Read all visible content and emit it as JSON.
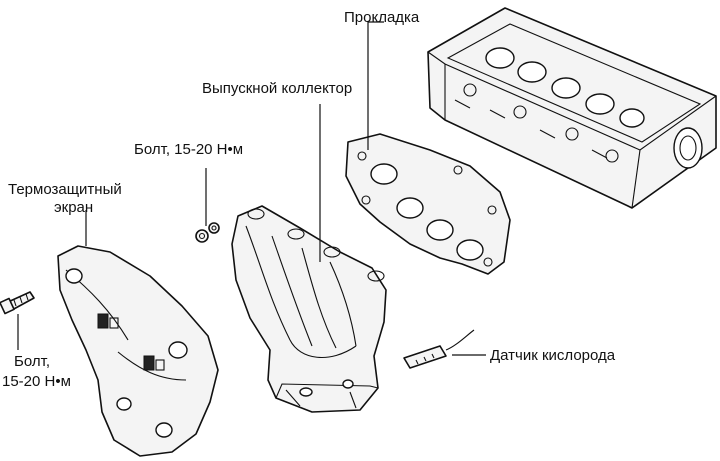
{
  "labels": {
    "gasket": "Прокладка",
    "exhaust_manifold": "Выпускной коллектор",
    "bolt_top": "Болт, 15-20 Н•м",
    "heat_shield_line1": "Термозащитный",
    "heat_shield_line2": "экран",
    "bolt_left_line1": "Болт,",
    "bolt_left_line2": "15-20 Н•м",
    "oxygen_sensor": "Датчик кислорода"
  }
}
